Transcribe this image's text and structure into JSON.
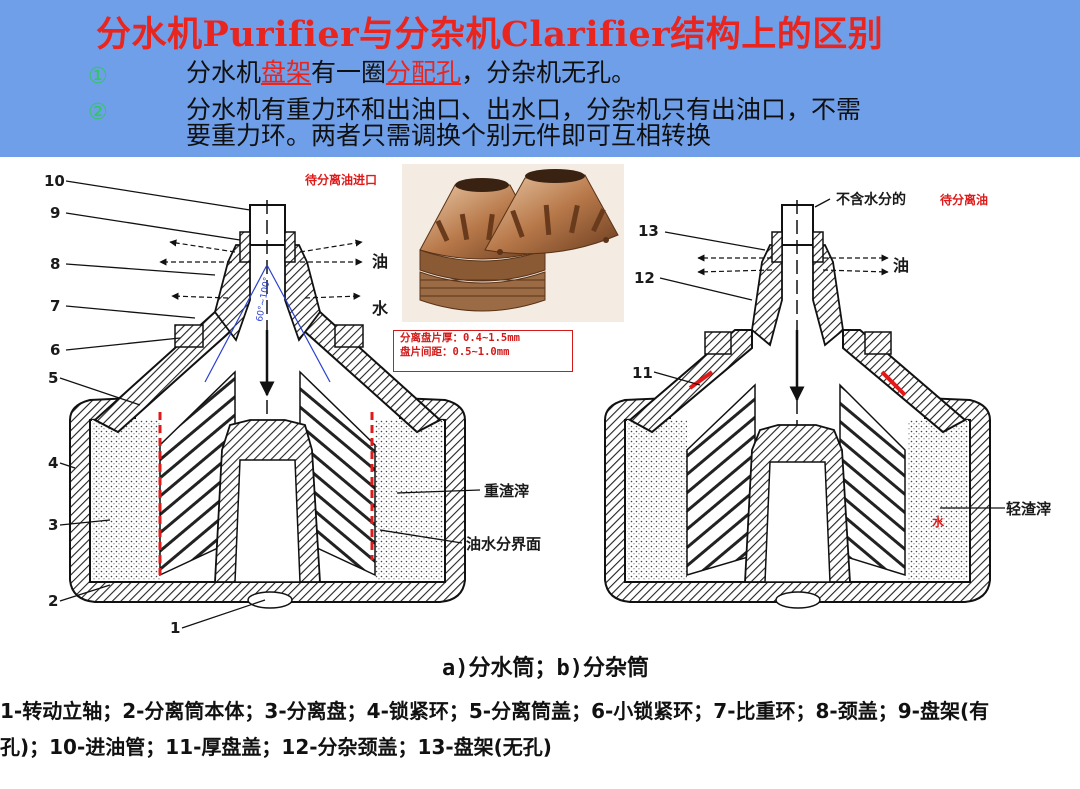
{
  "slide": {
    "title": "分水机Purifier与分杂机Clarifier结构上的区别",
    "points": [
      {
        "marker": "①",
        "pre": "分水机",
        "link1": "盘架",
        "mid": "有一圈",
        "link2": "分配孔",
        "post": "，分杂机无孔。"
      },
      {
        "marker": "②",
        "line1": "分水机有重力环和出油口、出水口，分杂机只有出油口，不需",
        "line2": "要重力环。两者只需调换个别元件即可互相转换"
      }
    ]
  },
  "figure": {
    "left_numbers": [
      "10",
      "9",
      "8",
      "7",
      "6",
      "5",
      "4",
      "3",
      "2",
      "1"
    ],
    "left_inlet_label": "待分离油进口",
    "oil_label": "油",
    "water_label": "水",
    "heavy_sludge_label": "重渣滓",
    "interface_label": "油水分界面",
    "angle_label": "60°~100°",
    "disc_note_line1": "分离盘片厚：0.4~1.5mm",
    "disc_note_line2": "盘片间距：0.5~1.0mm",
    "right_numbers": [
      "13",
      "12",
      "11"
    ],
    "right_inlet_label_black": "不含水分的",
    "right_inlet_label_red": "待分离油",
    "right_oil_label": "油",
    "light_sludge_label": "轻渣滓",
    "right_water_label": "水"
  },
  "caption": "a)分水筒；b)分杂筒",
  "legend": {
    "line1": "1-转动立轴；2-分离筒本体；3-分离盘；4-锁紧环；5-分离筒盖；6-小锁紧环；7-比重环；8-颈盖；9-盘架(有",
    "line2": "孔)；10-进油管；11-厚盘盖；12-分杂颈盖；13-盘架(无孔)"
  },
  "colors": {
    "header_bg": "#6f9fe8",
    "title": "#e8261f",
    "bullet": "#2ec95a",
    "highlight": "#e8261f"
  }
}
